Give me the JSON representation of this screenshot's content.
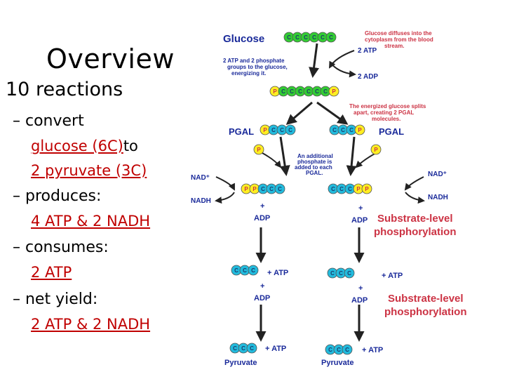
{
  "slide": {
    "title": "Overview",
    "lead": "10 reactions",
    "bullets": [
      {
        "label": "– convert",
        "lines": [
          "glucose (6C)",
          "2 pyruvate (3C)"
        ],
        "joiner": " to"
      },
      {
        "label": "– produces:",
        "lines": [
          "4 ATP & 2 NADH"
        ]
      },
      {
        "label": "– consumes:",
        "lines": [
          "2 ATP"
        ]
      },
      {
        "label": "– net yield:",
        "lines": [
          "2 ATP & 2 NADH"
        ]
      }
    ]
  },
  "diagram": {
    "glucose_label": "Glucose",
    "glucose_note": [
      "Glucose diffuses into the",
      "cytoplasm from the blood",
      "stream."
    ],
    "atp_in": "2 ATP",
    "adp_out": "2 ADP",
    "phosphate_note": [
      "2 ATP and 2 phosphate",
      "groups to the glucose,",
      "energizing it."
    ],
    "split_note": [
      "The energized glucose splits",
      "apart, creating 2 PGAL",
      "molecules."
    ],
    "pgal_left": "PGAL",
    "pgal_right": "PGAL",
    "additional_note": [
      "An additional",
      "phosphate is",
      "added to each",
      "PGAL."
    ],
    "nad_plus": "NAD⁺",
    "nadh": "NADH",
    "plus": "+",
    "adp": "ADP",
    "plus_atp": "+ ATP",
    "substrate_level": [
      "Substrate-level",
      "phosphorylation"
    ],
    "pyruvate": "Pyruvate",
    "c": "C",
    "p": "P",
    "colors": {
      "green": "#33cc33",
      "cyan": "#22bbdd",
      "yellow": "#ffee22",
      "red": "#cc3344",
      "navy": "#1a2a9a"
    }
  }
}
